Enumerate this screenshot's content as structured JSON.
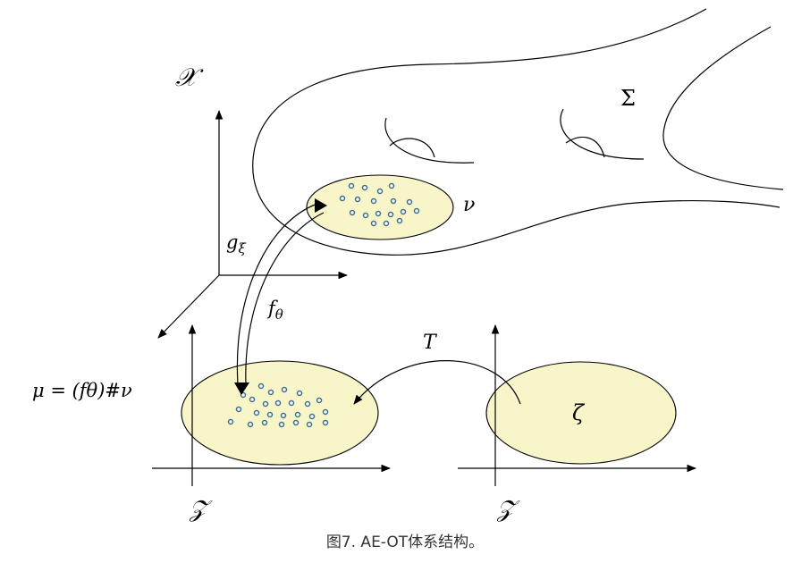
{
  "labels": {
    "x_space": "𝒳",
    "z_space_left": "𝒵",
    "z_space_right": "𝒵",
    "manifold": "Σ",
    "nu": "ν",
    "g_xi": "g",
    "g_xi_sub": "ξ",
    "f_theta": "f",
    "f_theta_sub": "θ",
    "transport": "T",
    "mu_expr": "μ = (fθ)#ν",
    "zeta": "ζ"
  },
  "caption": "图7. AE-OT体系结构。",
  "colors": {
    "region_fill": "#f8f5c8",
    "point_stroke": "#3d6e8c"
  }
}
